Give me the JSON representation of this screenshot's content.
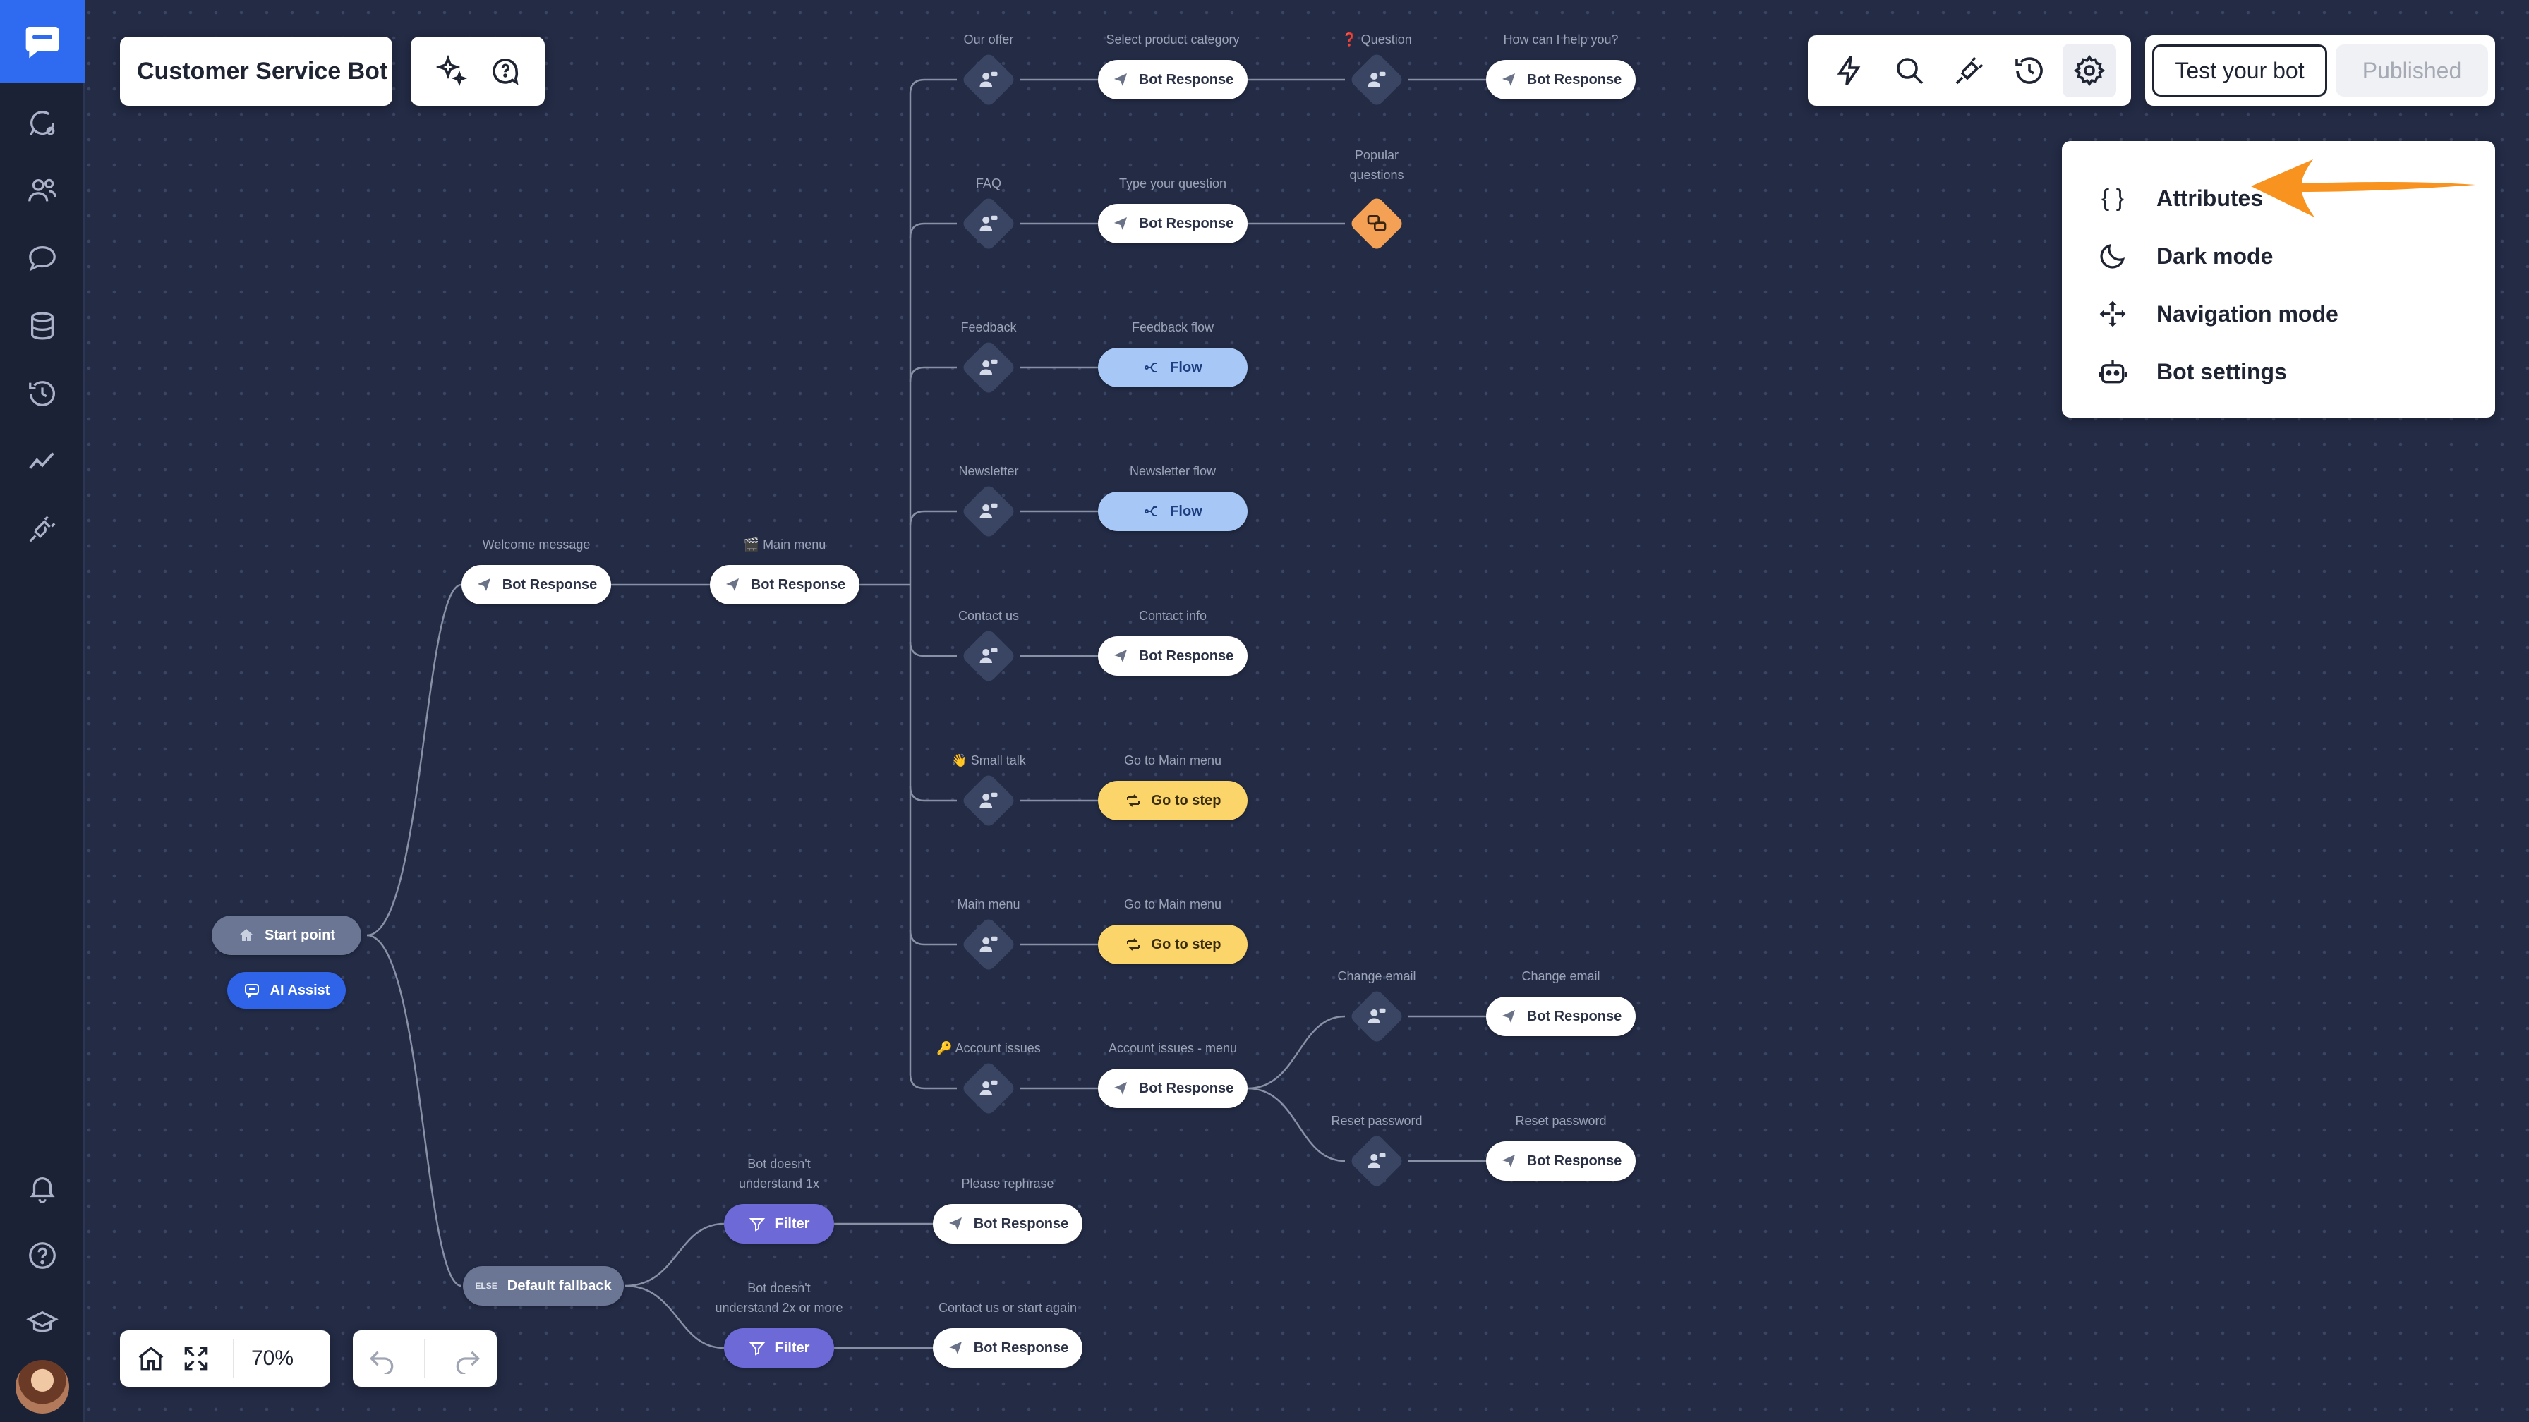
{
  "app": {
    "bot_name": "Customer Service Bot",
    "zoom": "70%",
    "test_button": "Test your bot",
    "published_button": "Published"
  },
  "colors": {
    "accent": "#2f6bf0",
    "canvas": "#232b45",
    "sidebar": "#1c2236",
    "arrow": "#f7931e"
  },
  "sidebar_icons": [
    "chat-bubble-icon",
    "users-icon",
    "ai-chat-icon",
    "database-icon",
    "history-icon",
    "analytics-icon",
    "plug-icon",
    "bell-icon",
    "help-icon",
    "academy-icon"
  ],
  "toolbar_icons": [
    "lightning-icon",
    "search-icon",
    "plug-icon",
    "history-icon",
    "gear-icon"
  ],
  "settings_menu": {
    "items": [
      {
        "label": "Attributes",
        "icon": "braces-icon"
      },
      {
        "label": "Dark mode",
        "icon": "moon-icon"
      },
      {
        "label": "Navigation mode",
        "icon": "move-icon"
      },
      {
        "label": "Bot settings",
        "icon": "robot-icon"
      }
    ]
  },
  "flow": {
    "start": "Start point",
    "ai_assist": "AI Assist",
    "welcome_label": "Welcome message",
    "main_menu_label": "🎬 Main menu",
    "bot_response": "Bot Response",
    "flow": "Flow",
    "go_to_step": "Go to step",
    "filter": "Filter",
    "else": "ELSE",
    "default_fallback": "Default fallback",
    "branches": [
      {
        "user_label": "Our offer",
        "action_label": "Select product category",
        "action_type": "bot"
      },
      {
        "user_label": "FAQ",
        "action_label": "Type your question",
        "action_type": "bot"
      },
      {
        "user_label": "Feedback",
        "action_label": "Feedback flow",
        "action_type": "flow"
      },
      {
        "user_label": "Newsletter",
        "action_label": "Newsletter flow",
        "action_type": "flow"
      },
      {
        "user_label": "Contact us",
        "action_label": "Contact info",
        "action_type": "bot"
      },
      {
        "user_label": "👋 Small talk",
        "action_label": "Go to Main menu",
        "action_type": "goto"
      },
      {
        "user_label": "Main menu",
        "action_label": "Go to Main menu",
        "action_type": "goto"
      },
      {
        "user_label": "🔑 Account issues",
        "action_label": "Account issues - menu",
        "action_type": "bot"
      }
    ],
    "offer_question_label": "❓ Question",
    "offer_help_label": "How can I help you?",
    "faq_popular_label": "Popular\nquestions",
    "change_email_user": "Change email",
    "change_email_bot": "Change email",
    "reset_password_user": "Reset password",
    "reset_password_bot": "Reset password",
    "fallback1_label": "Bot doesn't\nunderstand 1x",
    "fallback1_action": "Please rephrase",
    "fallback2_label": "Bot doesn't\nunderstand 2x or more",
    "fallback2_action": "Contact us or start again"
  }
}
